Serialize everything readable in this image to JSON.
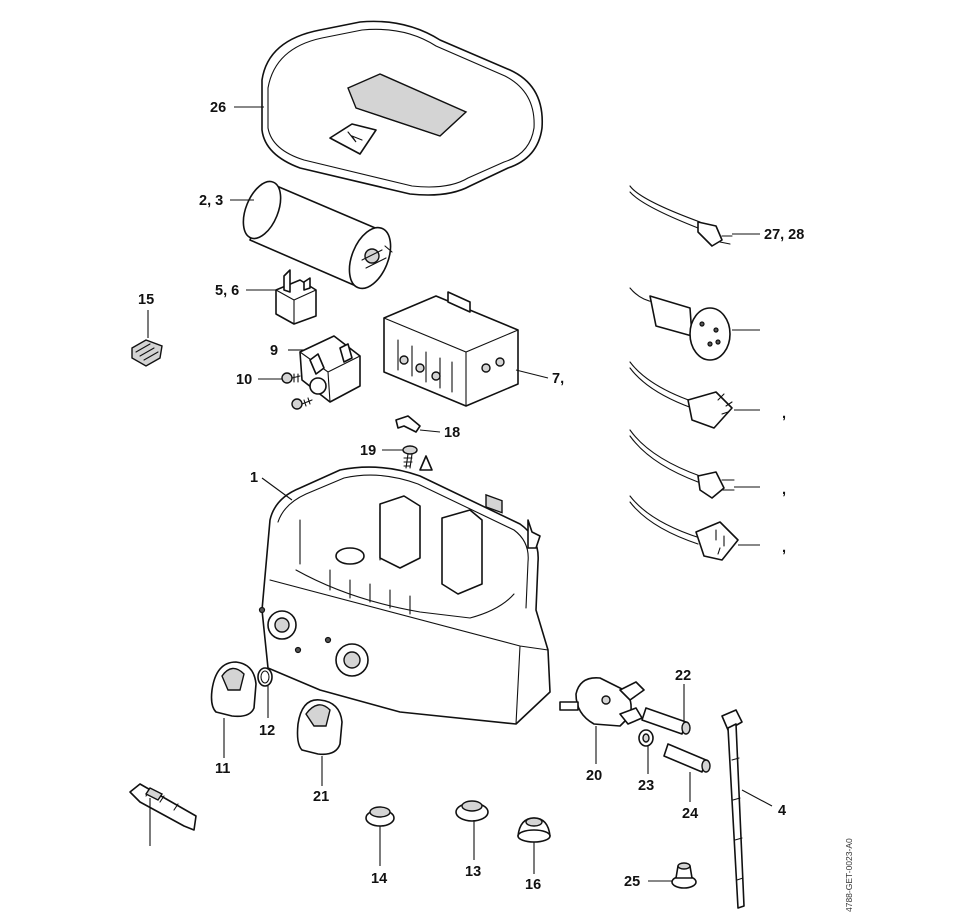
{
  "diagram": {
    "title": "Exploded parts diagram",
    "drawing_number": "4788-GET-0023-A0",
    "labels": {
      "l26": "26",
      "l2_3": "2, 3",
      "l5_6": "5, 6",
      "l15": "15",
      "l9": "9",
      "l10": "10",
      "l7": "7,",
      "l18": "18",
      "l19": "19",
      "l1": "1",
      "l27_28": "27, 28",
      "comma_a": ",",
      "comma_b": ",",
      "comma_c": ",",
      "l12": "12",
      "l11": "11",
      "l21": "21",
      "l22": "22",
      "l20": "20",
      "l23": "23",
      "l24": "24",
      "l4": "4",
      "l14": "14",
      "l13": "13",
      "l16": "16",
      "l25": "25"
    }
  }
}
